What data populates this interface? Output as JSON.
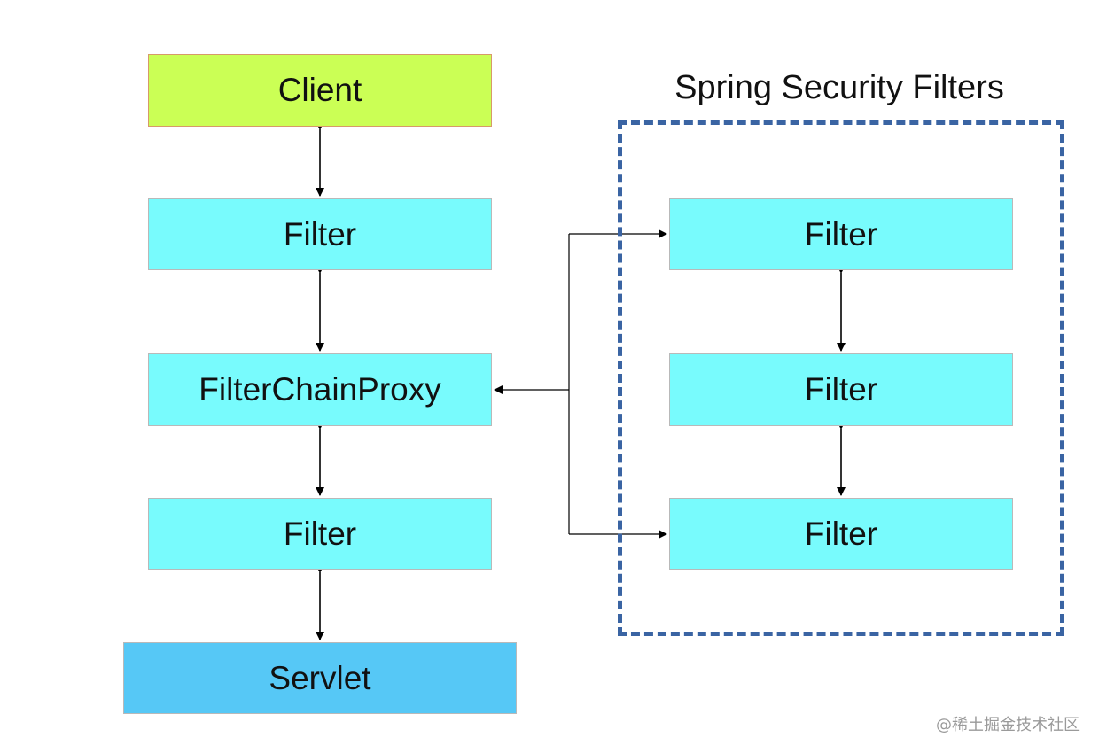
{
  "diagram": {
    "client_label": "Client",
    "filter_label": "Filter",
    "proxy_label": "FilterChainProxy",
    "servlet_label": "Servlet",
    "group_title": "Spring Security Filters",
    "security_filters": [
      "Filter",
      "Filter",
      "Filter"
    ]
  },
  "colors": {
    "client": "#cbff55",
    "filter": "#78fbfd",
    "servlet": "#56c8f6",
    "group_border": "#3a64a3"
  },
  "watermark": "@稀土掘金技术社区"
}
